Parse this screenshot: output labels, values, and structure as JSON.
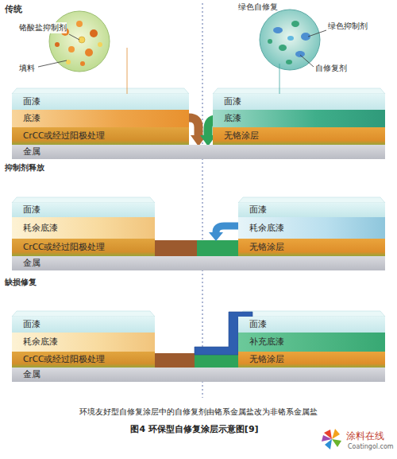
{
  "diagram": {
    "caption": "图4 环保型自修复涂层示意图[9]",
    "nodes": [
      {
        "text": [
          "面漆"
        ]
      },
      {
        "text": [
          "底漆"
        ]
      },
      {
        "text": [
          "CrCC或经过阳极处理"
        ]
      },
      {
        "text": [
          "金属"
        ]
      },
      {
        "text": [
          "面漆"
        ]
      },
      {
        "text": [
          "底漆"
        ]
      },
      {
        "text": [
          "无铬涂层"
        ]
      },
      {
        "text": [
          "面漆"
        ]
      },
      {
        "text": [
          "耗余底漆"
        ]
      },
      {
        "text": [
          "CrCC或经过阳极处理"
        ]
      },
      {
        "text": [
          "金属"
        ]
      },
      {
        "text": [
          "面漆"
        ]
      },
      {
        "text": [
          "耗余底漆"
        ]
      },
      {
        "text": [
          "无铬涂层"
        ]
      },
      {
        "text": [
          "面漆"
        ]
      },
      {
        "text": [
          "耗余底漆"
        ]
      },
      {
        "text": [
          "CrCC或经过阳极处理"
        ]
      },
      {
        "text": [
          "金属"
        ]
      },
      {
        "text": [
          "面漆"
        ]
      },
      {
        "text": [
          "补充底漆"
        ]
      },
      {
        "text": [
          "无铬涂层"
        ]
      }
    ],
    "labels": [
      "传统",
      "铬酸盐抑制剂",
      "填料",
      "绿色自修复",
      "绿色抑制剂",
      "自修复剂",
      "抑制剂释放",
      "缺损修复",
      "环境友好型自修复涂层中的自修复剂由铬系金属盐改为非铬系金属盐",
      "涂料在线",
      "Coatingol.com"
    ]
  }
}
